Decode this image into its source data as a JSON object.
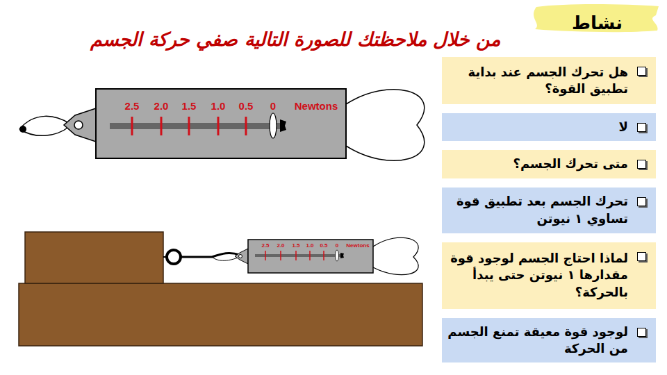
{
  "diagram": {
    "title": "من خلال ملاحظتك للصورة التالية صفي حركة الجسم",
    "nodes": [
      {
        "text": [
          "نشاط"
        ]
      },
      {
        "text": [
          "هل تحرك الجسم عند بداية تطبيق القوة؟"
        ]
      },
      {
        "text": [
          "لا"
        ]
      },
      {
        "text": [
          "متى تحرك الجسم؟"
        ]
      },
      {
        "text": [
          "تحرك الجسم بعد تطبيق قوة تساوي ١ نيوتن"
        ]
      },
      {
        "text": [
          "لماذا احتاج الجسم لوجود قوة مقدارها ١ نيوتن حتى يبدأ بالحركة؟"
        ]
      },
      {
        "text": [
          "لوجود قوة معيقة تمنع الجسم من الحركة"
        ]
      }
    ],
    "labels": [
      "2.5",
      "2.0",
      "1.5",
      "1.0",
      "0.5",
      "0",
      "Newtons",
      "2.5",
      "2.0",
      "1.5",
      "1.0",
      "0.5",
      "0",
      "Newtons"
    ]
  }
}
